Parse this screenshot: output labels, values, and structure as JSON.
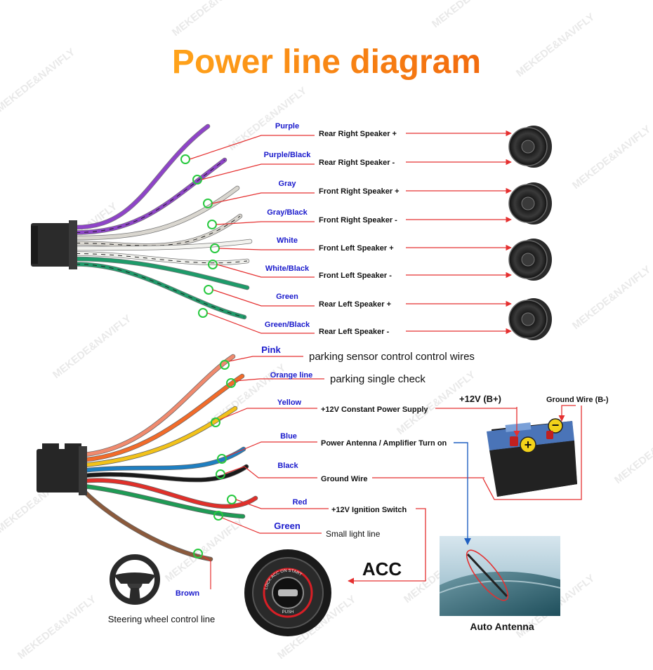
{
  "title": "Power line diagram",
  "colors": {
    "title_gradient_start": "#FFA31A",
    "title_gradient_end": "#F26B0F",
    "wire_label": "#1A1ACC",
    "lead_line": "#E53030",
    "marker_ring": "#27C93F",
    "text": "#111111"
  },
  "speaker_wires": [
    {
      "color_name": "Purple",
      "function": "Rear Right Speaker +",
      "wire_hex": "#8E44C8",
      "stripe_hex": ""
    },
    {
      "color_name": "Purple/Black",
      "function": "Rear Right Speaker -",
      "wire_hex": "#8E44C8",
      "stripe_hex": "#222222"
    },
    {
      "color_name": "Gray",
      "function": "Front Right Speaker +",
      "wire_hex": "#D9D6CF",
      "stripe_hex": ""
    },
    {
      "color_name": "Gray/Black",
      "function": "Front Right Speaker -",
      "wire_hex": "#D9D6CF",
      "stripe_hex": "#222222"
    },
    {
      "color_name": "White",
      "function": "Front Left Speaker +",
      "wire_hex": "#F2F2EE",
      "stripe_hex": ""
    },
    {
      "color_name": "White/Black",
      "function": "Front Left Speaker -",
      "wire_hex": "#F2F2EE",
      "stripe_hex": "#222222"
    },
    {
      "color_name": "Green",
      "function": "Rear Left Speaker +",
      "wire_hex": "#1E9B6A",
      "stripe_hex": ""
    },
    {
      "color_name": "Green/Black",
      "function": "Rear Left Speaker -",
      "wire_hex": "#1E9B6A",
      "stripe_hex": "#222222"
    }
  ],
  "power_wires": [
    {
      "color_name": "Pink",
      "function": "parking sensor control control wires",
      "wire_hex": "#F08A6E"
    },
    {
      "color_name": "Orange line",
      "function": "parking single check",
      "wire_hex": "#F26B2A"
    },
    {
      "color_name": "Yellow",
      "function": "+12V Constant Power Supply",
      "wire_hex": "#F2C21A"
    },
    {
      "color_name": "Blue",
      "function": "Power Antenna / Amplifier Turn on",
      "wire_hex": "#1F7FC1"
    },
    {
      "color_name": "Black",
      "function": "Ground Wire",
      "wire_hex": "#1A1A1A"
    },
    {
      "color_name": "Red",
      "function": "+12V  Ignition Switch",
      "wire_hex": "#E0302A"
    },
    {
      "color_name": "Green",
      "function": "Small light line",
      "wire_hex": "#1F9B55"
    },
    {
      "color_name": "Brown",
      "function": "Steering wheel control line",
      "wire_hex": "#8B5A3C"
    }
  ],
  "battery": {
    "positive_label": "+12V  (B+)",
    "negative_label": "Ground Wire (B-)",
    "plus_symbol": "+",
    "minus_symbol": "−"
  },
  "acc_label": "ACC",
  "ignition_key": {
    "ring_text": "LOCK  ACC  ON  START",
    "push_text": "PUSH"
  },
  "auto_antenna_label": "Auto Antenna",
  "watermark": "MEKEDE&NAVIFLY"
}
